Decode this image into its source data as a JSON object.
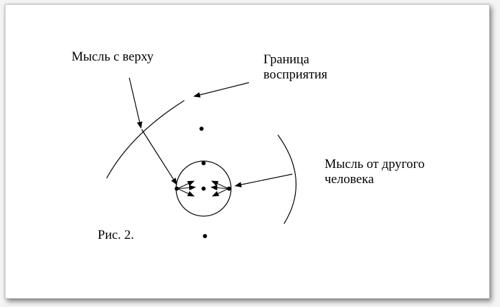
{
  "labels": {
    "thought_from_above": "Мысль с верху",
    "boundary_line1": "Граница",
    "boundary_line2": "восприятия",
    "other_line1": "Мысль от другого",
    "other_line2": "человека",
    "figure_caption": "Рис. 2."
  },
  "colors": {
    "ink": "#000000",
    "background": "#ffffff"
  }
}
